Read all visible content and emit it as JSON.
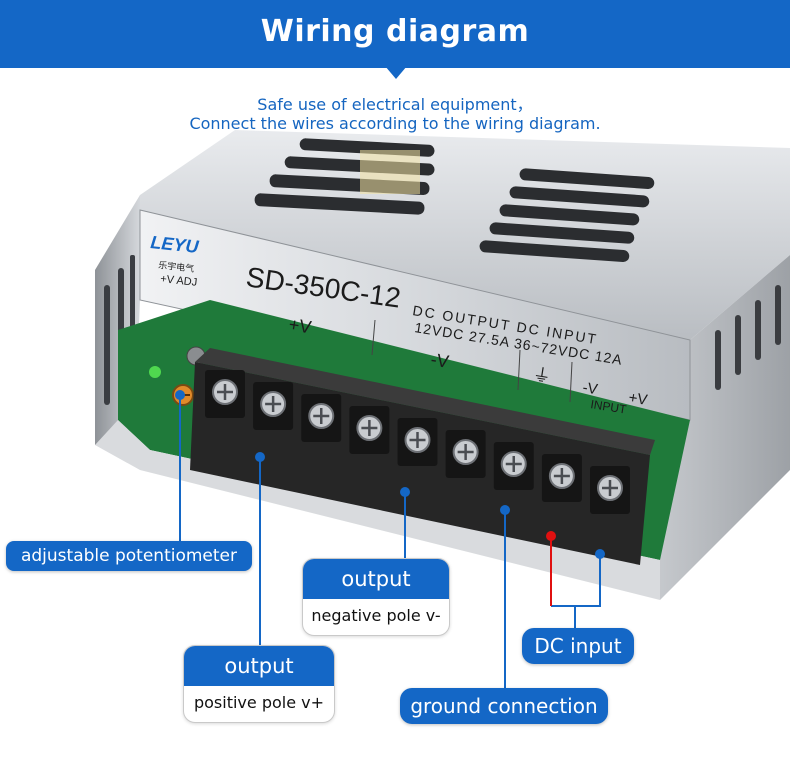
{
  "header": {
    "title": "Wiring diagram",
    "subtitle_line1": "Safe use of electrical equipment，",
    "subtitle_line2": "Connect the wires according to the wiring diagram."
  },
  "product": {
    "brand": "LEYU",
    "brand_cn": "乐宇电气",
    "adj_label": "+V ADJ",
    "model": "SD-350C-12",
    "spec_line1": "DC OUTPUT DC INPUT",
    "spec_line2": "12VDC 27.5A 36~72VDC 12A",
    "terminal_plus_v": "+V",
    "terminal_minus_v": "-V",
    "terminal_input_minus": "-V",
    "terminal_input_plus": "+V",
    "terminal_input_label": "INPUT"
  },
  "callouts": {
    "adjustable_potentiometer": "adjustable potentiometer",
    "output_negative_title": "output",
    "output_negative_desc": "negative pole v-",
    "output_positive_title": "output",
    "output_positive_desc": "positive pole v+",
    "dc_input": "DC input",
    "ground_connection": "ground connection"
  },
  "colors": {
    "brand_blue": "#1467c6",
    "terminal_block": "#2a2a2a",
    "pcb_green": "#1f7a3a",
    "metal": "#c9ccd0",
    "dc_input_marker": "#e01010"
  },
  "terminal_count": 9
}
